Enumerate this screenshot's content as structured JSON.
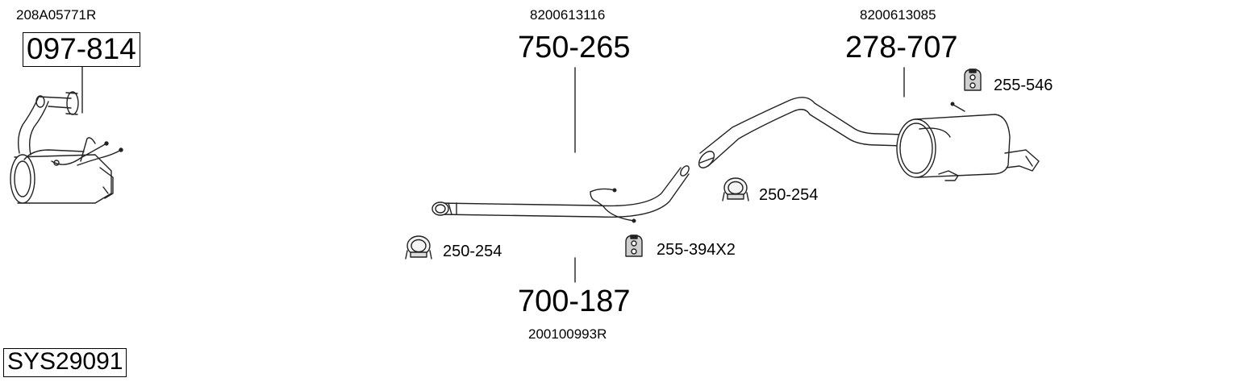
{
  "parts": {
    "catalyst": {
      "oem": "208A05771R",
      "number": "097-814"
    },
    "middle_pipe": {
      "oem": "8200613116",
      "number": "750-265"
    },
    "rear_silencer": {
      "oem": "8200613085",
      "number": "278-707"
    },
    "front_pipe": {
      "oem": "200100993R",
      "number": "700-187"
    }
  },
  "accessories": {
    "clamp_left": "250-254",
    "clamp_right": "250-254",
    "hanger_middle": "255-394X2",
    "hanger_rear": "255-546"
  },
  "system_id": "SYS29091"
}
